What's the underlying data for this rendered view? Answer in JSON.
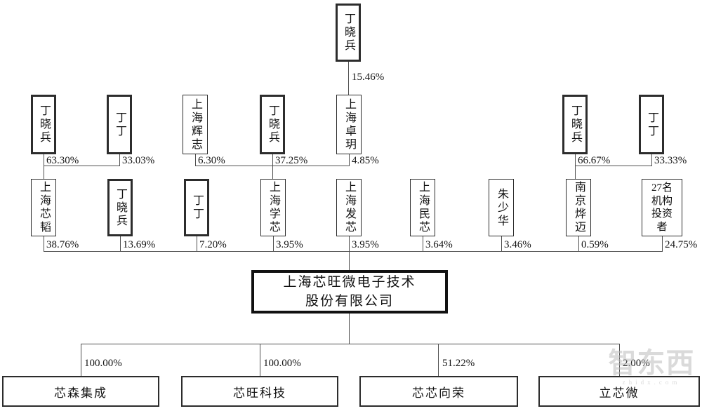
{
  "company": {
    "line1": "上海芯旺微电子技术",
    "line2": "股份有限公司"
  },
  "top_shareholder": {
    "name": "丁晓兵",
    "pct": "15.46%"
  },
  "level2": [
    {
      "name": "丁晓兵",
      "pct": "63.30%"
    },
    {
      "name": "丁丁",
      "pct": "33.03%"
    },
    {
      "name": "上海辉志",
      "pct": "6.30%"
    },
    {
      "name": "丁晓兵",
      "pct": "37.25%"
    },
    {
      "name": "上海卓玥",
      "pct": "4.85%"
    },
    {
      "name": "丁晓兵",
      "pct": "66.67%"
    },
    {
      "name": "丁丁",
      "pct": "33.33%"
    }
  ],
  "level3": [
    {
      "name": "上海芯韬",
      "pct": "38.76%"
    },
    {
      "name": "丁晓兵",
      "pct": "13.69%"
    },
    {
      "name": "丁丁",
      "pct": "7.20%"
    },
    {
      "name": "上海学芯",
      "pct": "3.95%"
    },
    {
      "name": "上海发芯",
      "pct": "3.95%"
    },
    {
      "name": "上海民芯",
      "pct": "3.64%"
    },
    {
      "name": "朱少华",
      "pct": "3.46%"
    },
    {
      "name": "南京烨迈",
      "pct": "0.59%"
    },
    {
      "name": "27名机构投资者",
      "pct": "24.75%"
    }
  ],
  "subsidiaries": [
    {
      "name": "芯森集成",
      "pct": "100.00%"
    },
    {
      "name": "芯旺科技",
      "pct": "100.00%"
    },
    {
      "name": "芯芯向荣",
      "pct": "51.22%"
    },
    {
      "name": "立芯微",
      "pct": "2.00%"
    }
  ],
  "watermark": {
    "logo": "智东西",
    "domain": "zhidx.com"
  }
}
